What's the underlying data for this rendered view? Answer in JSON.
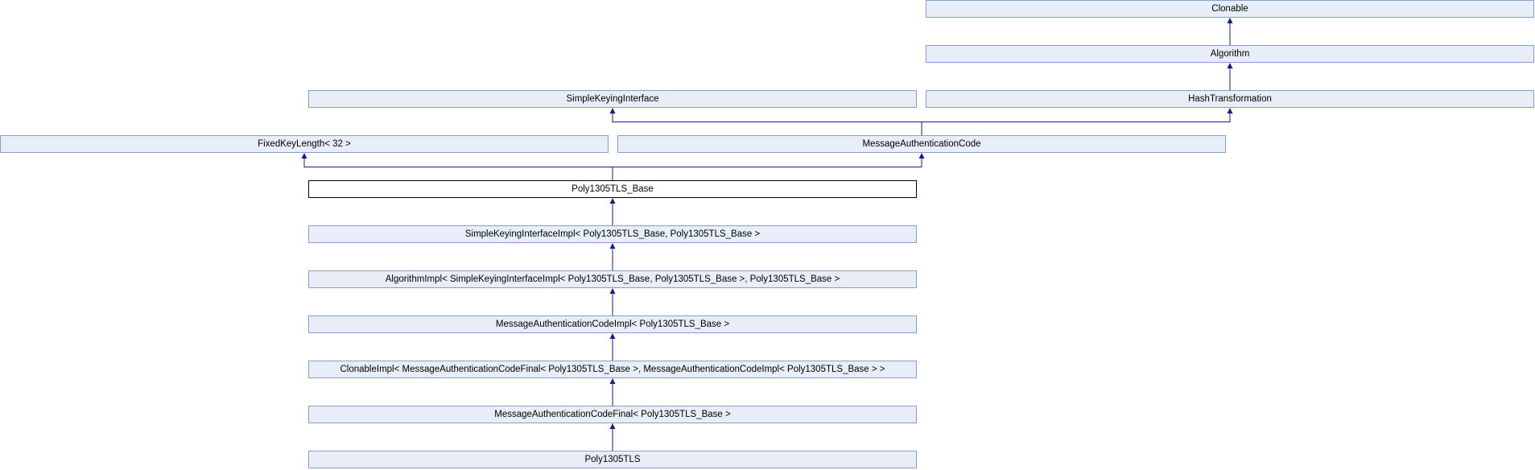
{
  "diagram": {
    "colors": {
      "node_fill": "#e8eef7",
      "node_border": "#8a9ecc",
      "edge": "#1a1a8c",
      "current_fill": "#ffffff",
      "current_border": "#000000"
    },
    "nodes": {
      "clonable": "Clonable",
      "algorithm": "Algorithm",
      "simple_keying_interface": "SimpleKeyingInterface",
      "hash_transformation": "HashTransformation",
      "fixed_key_length": "FixedKeyLength< 32 >",
      "message_authentication_code": "MessageAuthenticationCode",
      "poly1305tls_base": "Poly1305TLS_Base",
      "simple_keying_interface_impl": "SimpleKeyingInterfaceImpl< Poly1305TLS_Base, Poly1305TLS_Base >",
      "algorithm_impl": "AlgorithmImpl< SimpleKeyingInterfaceImpl< Poly1305TLS_Base, Poly1305TLS_Base >, Poly1305TLS_Base >",
      "message_authentication_code_impl": "MessageAuthenticationCodeImpl< Poly1305TLS_Base >",
      "clonable_impl": "ClonableImpl< MessageAuthenticationCodeFinal< Poly1305TLS_Base >, MessageAuthenticationCodeImpl< Poly1305TLS_Base > >",
      "message_authentication_code_final": "MessageAuthenticationCodeFinal< Poly1305TLS_Base >",
      "poly1305tls": "Poly1305TLS"
    },
    "edges": [
      [
        "algorithm",
        "clonable"
      ],
      [
        "hash_transformation",
        "algorithm"
      ],
      [
        "message_authentication_code",
        "simple_keying_interface"
      ],
      [
        "message_authentication_code",
        "hash_transformation"
      ],
      [
        "poly1305tls_base",
        "fixed_key_length"
      ],
      [
        "poly1305tls_base",
        "message_authentication_code"
      ],
      [
        "simple_keying_interface_impl",
        "poly1305tls_base"
      ],
      [
        "algorithm_impl",
        "simple_keying_interface_impl"
      ],
      [
        "message_authentication_code_impl",
        "algorithm_impl"
      ],
      [
        "clonable_impl",
        "message_authentication_code_impl"
      ],
      [
        "message_authentication_code_final",
        "clonable_impl"
      ],
      [
        "poly1305tls",
        "message_authentication_code_final"
      ]
    ],
    "current": "poly1305tls_base"
  }
}
